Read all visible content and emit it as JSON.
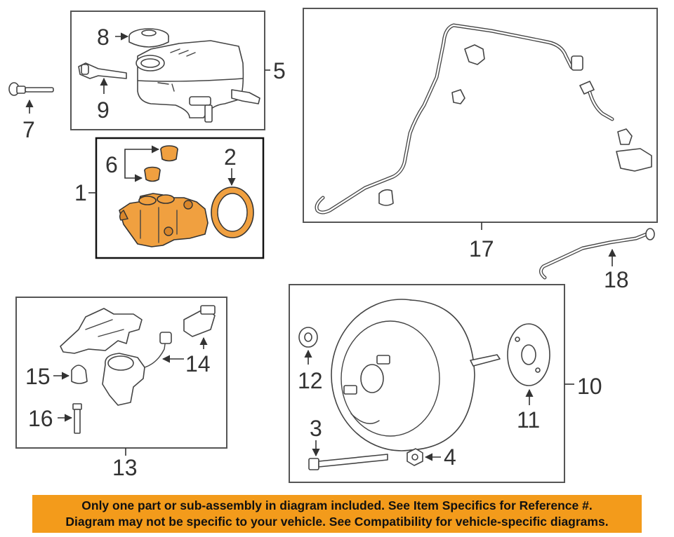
{
  "callouts": {
    "c1": "1",
    "c2": "2",
    "c3": "3",
    "c4": "4",
    "c5": "5",
    "c6": "6",
    "c7": "7",
    "c8": "8",
    "c9": "9",
    "c10": "10",
    "c11": "11",
    "c12": "12",
    "c13": "13",
    "c14": "14",
    "c15": "15",
    "c16": "16",
    "c17": "17",
    "c18": "18"
  },
  "colors": {
    "highlight": "#f0a040",
    "banner": "#f39b1b"
  },
  "disclaimer": {
    "line1": "Only one part or sub-assembly in diagram included. See Item Specifics for Reference #.",
    "line2": "Diagram may not be specific to your vehicle. See Compatibility for vehicle-specific diagrams."
  }
}
